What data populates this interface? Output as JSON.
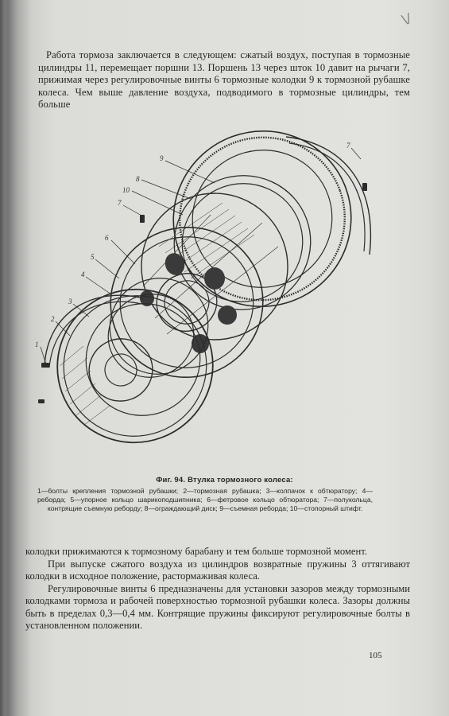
{
  "corner_mark": "\\/",
  "top_paragraph": "Работа тормоза заключается в следующем: сжатый воздух, поступая в тормозные цилиндры 11, перемещает поршни 13. Поршень 13 через шток 10 давит на рычаги 7, прижимая через регулировочные винты 6 тормозные колодки 9 к тормозной рубашке колеса. Чем выше давление воздуха, подводимого в тормозные цилиндры, тем больше",
  "figure": {
    "callouts": [
      "1",
      "2",
      "3",
      "4",
      "5",
      "6",
      "7",
      "10",
      "8",
      "9",
      "7"
    ]
  },
  "figure_caption": "Фиг. 94. Втулка тормозного колеса:",
  "legend": "1—болты крепления тормозной рубашки; 2—тормозная рубашка; 3—колпачок к обтюратору; 4—реборда; 5—упорное кольцо шарикоподшипника; 6—фетровое кольцо обтюратора; 7—полукольца, контрящие съемную реборду; 8—ограждающий диск; 9—съемная реборда; 10—стопорный штифт.",
  "bottom_paragraphs": [
    "колодки прижимаются к тормозному барабану и тем больше тормозной момент.",
    "При выпуске сжатого воздуха из цилиндров возвратные пружины 3 оттягивают колодки в исходное положение, растормаживая колеса.",
    "Регулировочные винты 6 предназначены для установки зазоров между тормозными колодками тормоза и рабочей поверхностью тормозной рубашки колеса. Зазоры должны быть в пределах 0,3—0,4 мм. Контрящие пружины фиксируют регулировочные болты в установленном положении."
  ],
  "page_number": "105"
}
